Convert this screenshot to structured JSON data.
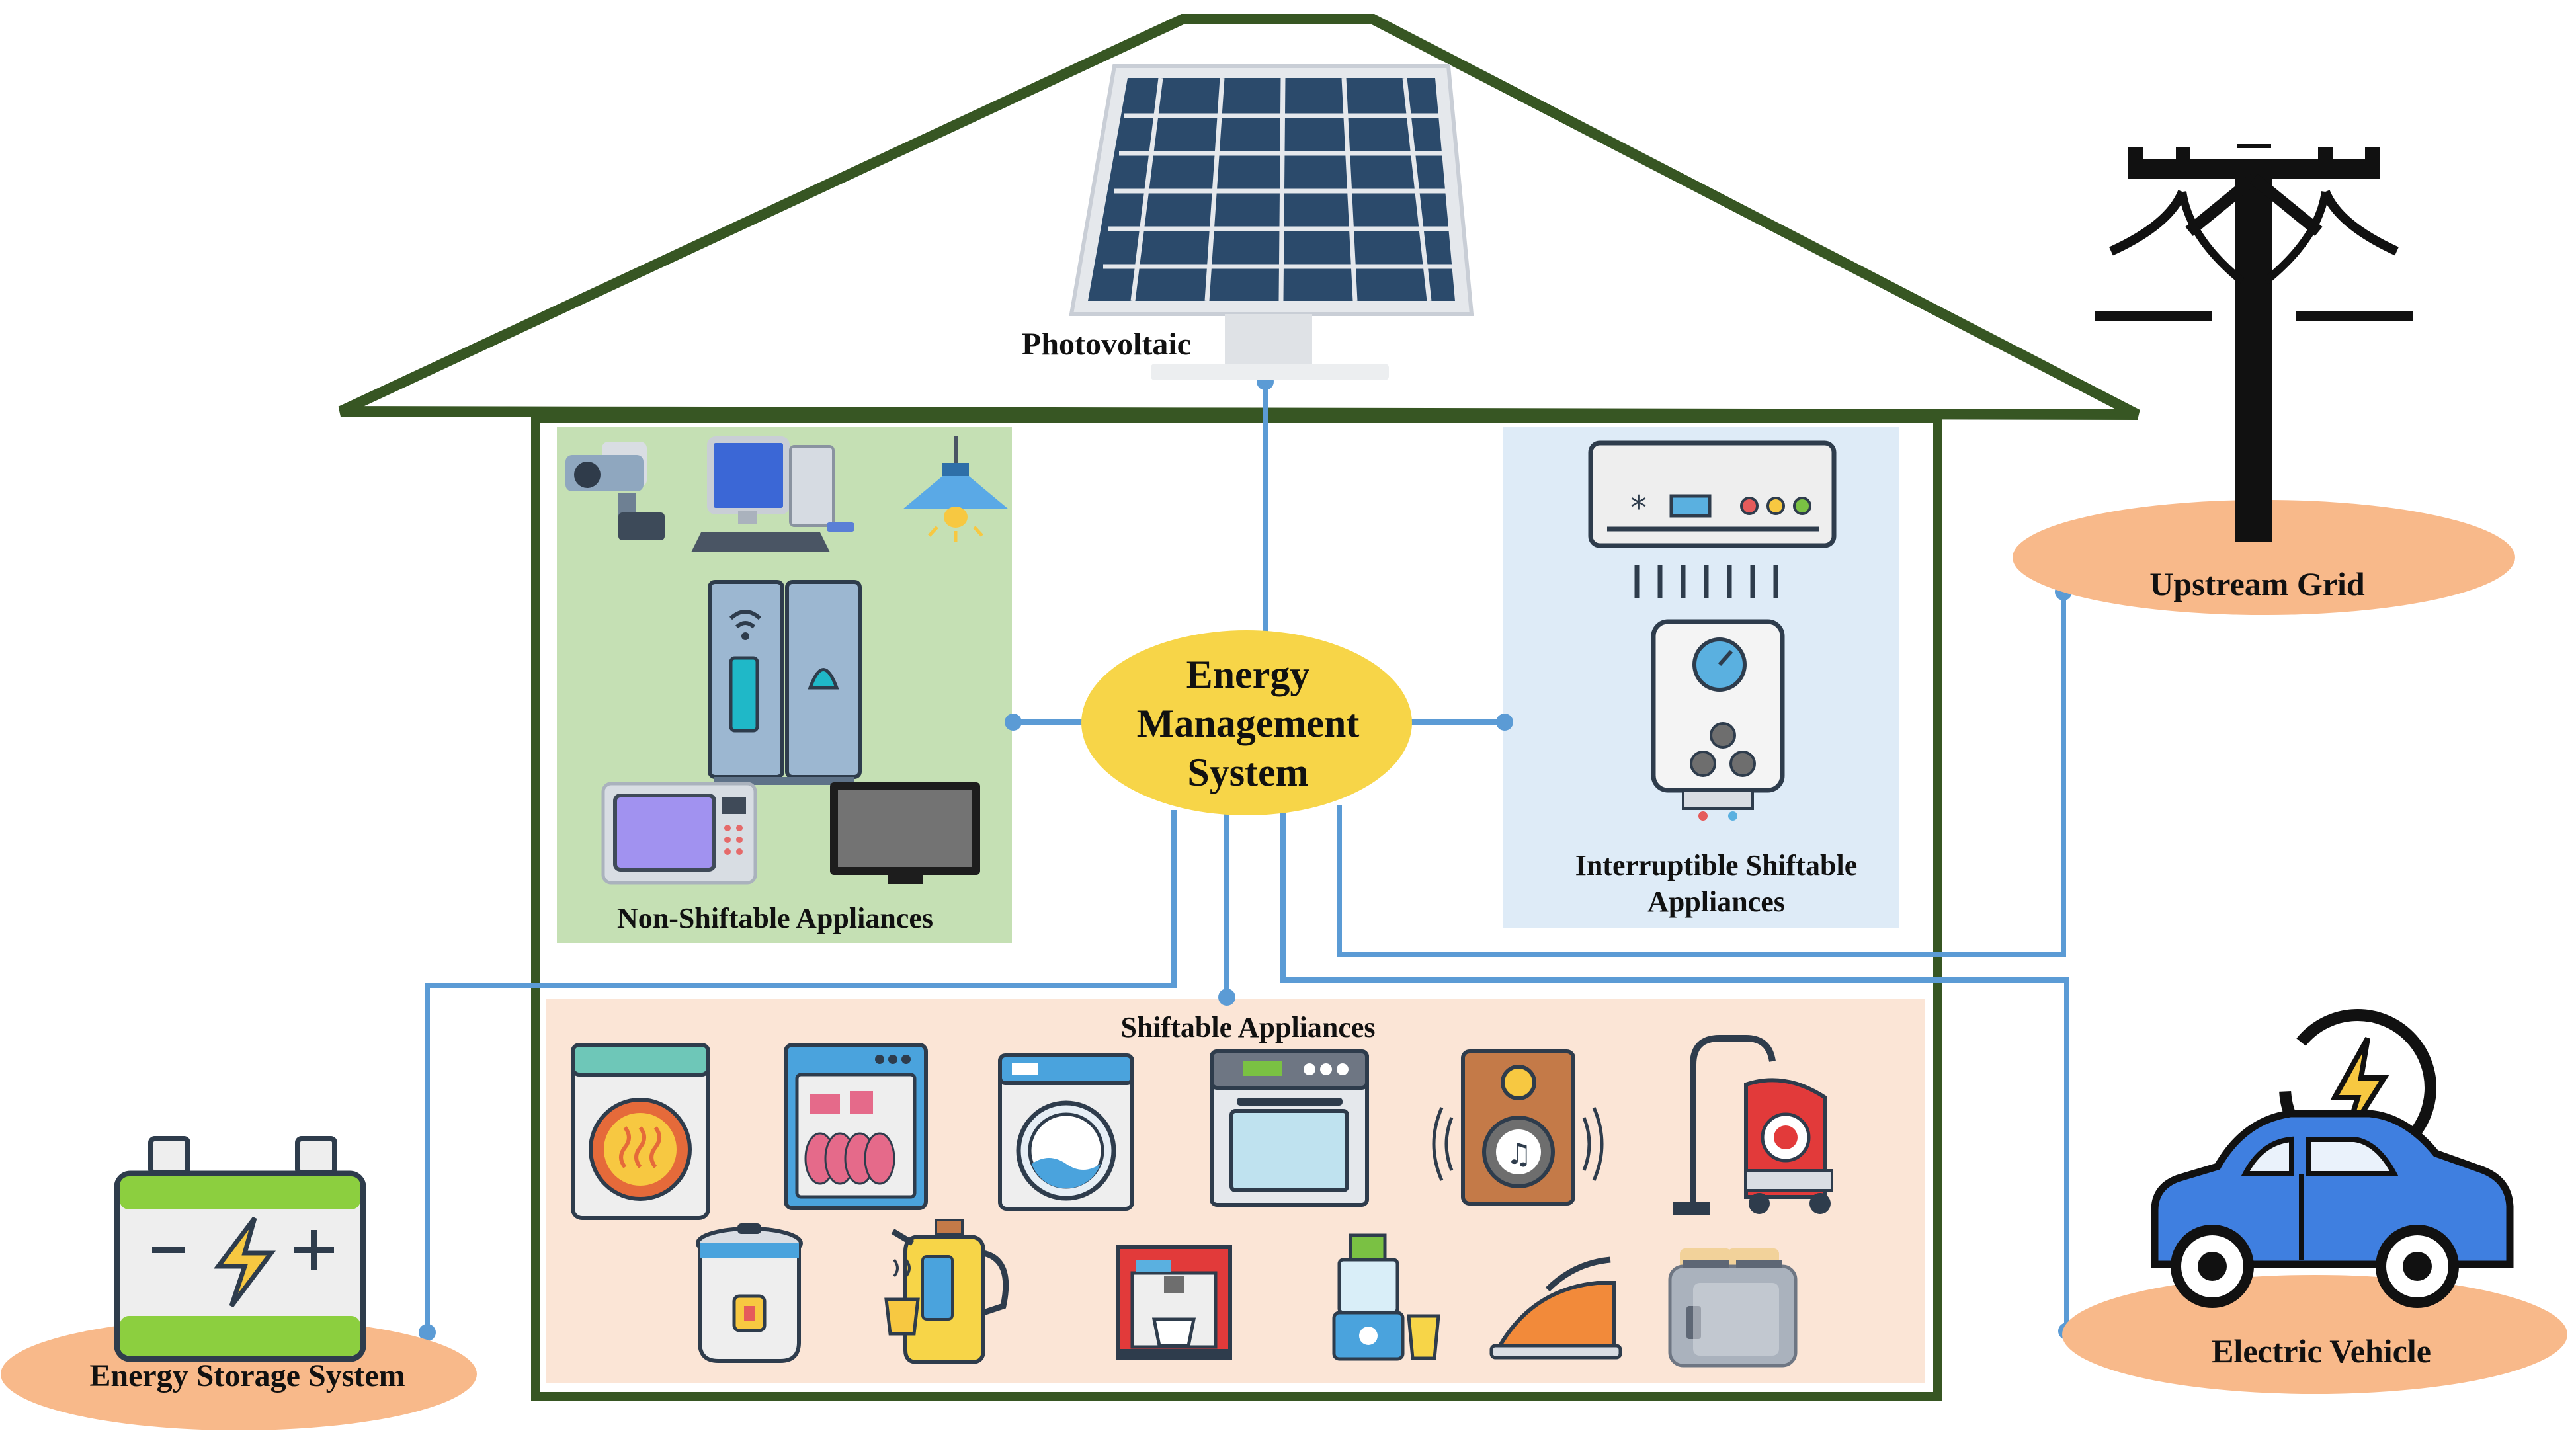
{
  "labels": {
    "photovoltaic": "Photovoltaic",
    "ems_line1": "Energy",
    "ems_line2": "Management",
    "ems_line3": "System",
    "non_shiftable": "Non-Shiftable Appliances",
    "interruptible_line1": "Interruptible Shiftable",
    "interruptible_line2": "Appliances",
    "shiftable": "Shiftable Appliances",
    "upstream_grid": "Upstream Grid",
    "energy_storage": "Energy Storage System",
    "electric_vehicle": "Electric Vehicle"
  },
  "colors": {
    "house_outline": "#375623",
    "connector": "#5b9bd5",
    "ems_fill": "#f7d548",
    "non_shiftable_bg": "#c5e0b4",
    "interruptible_bg": "#deebf7",
    "shiftable_bg": "#fbe5d6",
    "pad_fill": "#f8b98a"
  },
  "icons": {
    "pv": "solar-panel-icon",
    "grid": "power-pole-icon",
    "battery": "battery-icon",
    "ev": "electric-car-icon"
  }
}
